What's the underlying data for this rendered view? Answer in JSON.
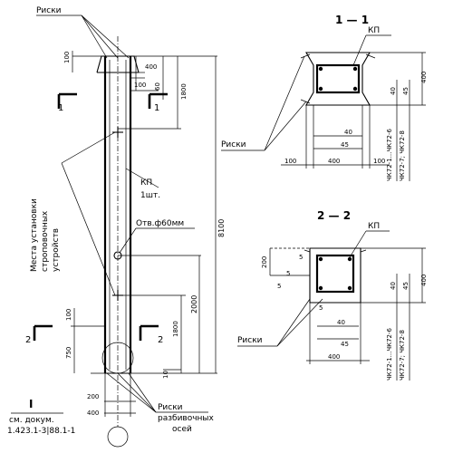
{
  "labels": {
    "riski_top": "Рис­ки",
    "riski_sec1": "Риски",
    "riski_sec2": "Риски",
    "riski_bottom": "Риски",
    "razbivochnyh_osey_line1": "разбивочных",
    "razbivochnyh_osey_line2": "осей",
    "kp_elev": "КП",
    "kp_count": "1шт.",
    "kp_sec1": "КП",
    "kp_sec2": "КП",
    "hole": "Отв.ф60мм",
    "mounting_line1": "Места установки",
    "mounting_line2": "строповочных",
    "mounting_line3": "устройств",
    "sec1_title": "1 — 1",
    "sec2_title": "2 — 2",
    "cut1_left": "1",
    "cut1_right": "1",
    "cut2_left": "2",
    "cut2_right": "2",
    "node_mark": "I",
    "doc_ref_line1": "см. докум.",
    "doc_ref_line2": "1.423.1-3|88.1-1",
    "sec1_marks_a": "ЧК72-1...ЧК72-6",
    "sec1_marks_b": "ЧК72-7; ЧК72-8",
    "sec2_marks_a": "ЧК72-1...ЧК72-6",
    "sec2_marks_b": "ЧК72-7; ЧК72-8"
  },
  "dimensions": {
    "elev_100_top": "100",
    "elev_400_top": "400",
    "elev_100_right": "100",
    "elev_60": "60",
    "elev_1800_top": "1800",
    "elev_8100": "8100",
    "elev_2000": "2000",
    "elev_100_bottom": "100",
    "elev_1800_bottom": "1800",
    "elev_750": "750",
    "elev_10": "10",
    "elev_200": "200",
    "elev_400_bottom": "400",
    "s1_400_height": "400",
    "s1_40": "40",
    "s1_45": "45",
    "s1_40b": "40",
    "s1_45b": "45",
    "s1_100_left": "100",
    "s1_400_width": "400",
    "s1_100_right": "100",
    "s2_200": "200",
    "s2_5a": "5",
    "s2_5b": "5",
    "s2_5c": "5",
    "s2_5d": "5",
    "s2_40": "40",
    "s2_45": "45",
    "s2_400_height": "400",
    "s2_40b": "40",
    "s2_45b": "45",
    "s2_400_width": "400"
  }
}
